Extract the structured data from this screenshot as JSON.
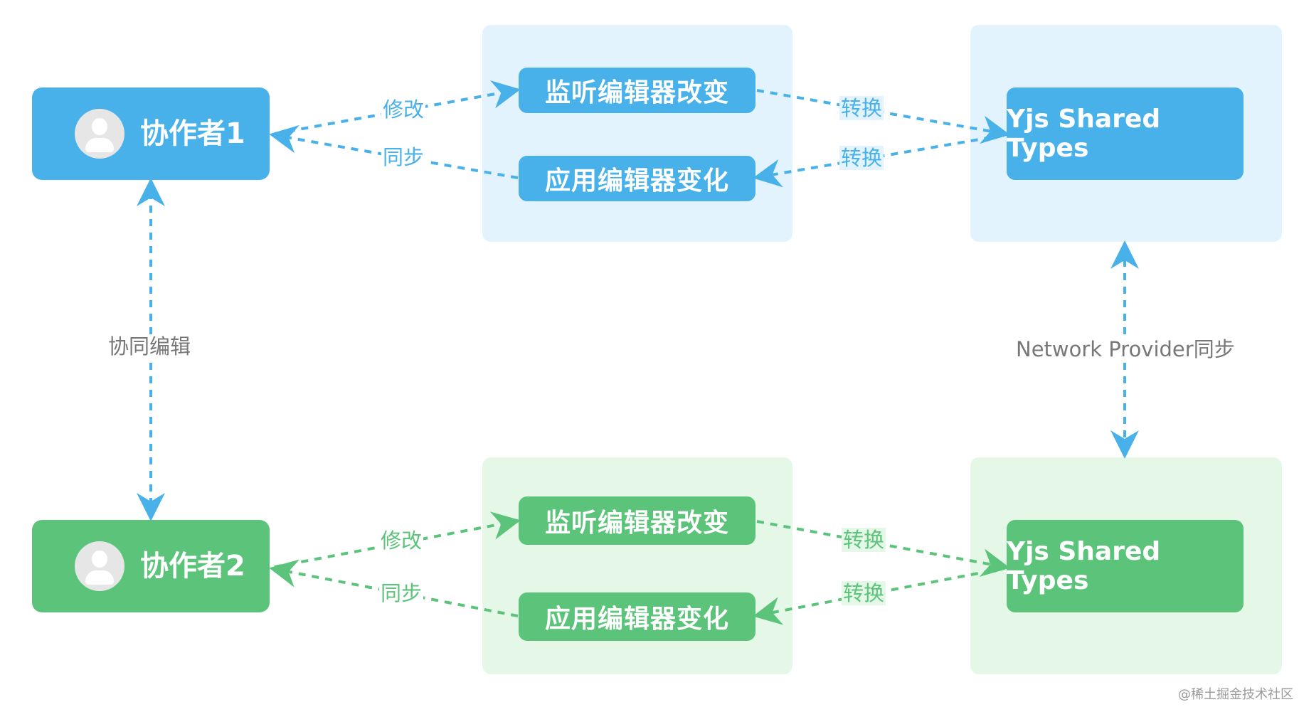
{
  "colors": {
    "blue": "#49b1ea",
    "green": "#5cc47a",
    "blue_panel": "#e2f3fe",
    "green_panel": "#e5f8e8"
  },
  "top": {
    "collaborator": "协作者1",
    "listen": "监听编辑器改变",
    "apply": "应用编辑器变化",
    "yjs": "Yjs Shared Types",
    "modify_label": "修改",
    "sync_label": "同步",
    "convert_label_1": "转换",
    "convert_label_2": "转换"
  },
  "bottom": {
    "collaborator": "协作者2",
    "listen": "监听编辑器改变",
    "apply": "应用编辑器变化",
    "yjs": "Yjs Shared Types",
    "modify_label": "修改",
    "sync_label": "同步",
    "convert_label_1": "转换",
    "convert_label_2": "转换"
  },
  "left_link_label": "协同编辑",
  "right_link_label": "Network Provider同步",
  "watermark": "@稀土掘金技术社区"
}
